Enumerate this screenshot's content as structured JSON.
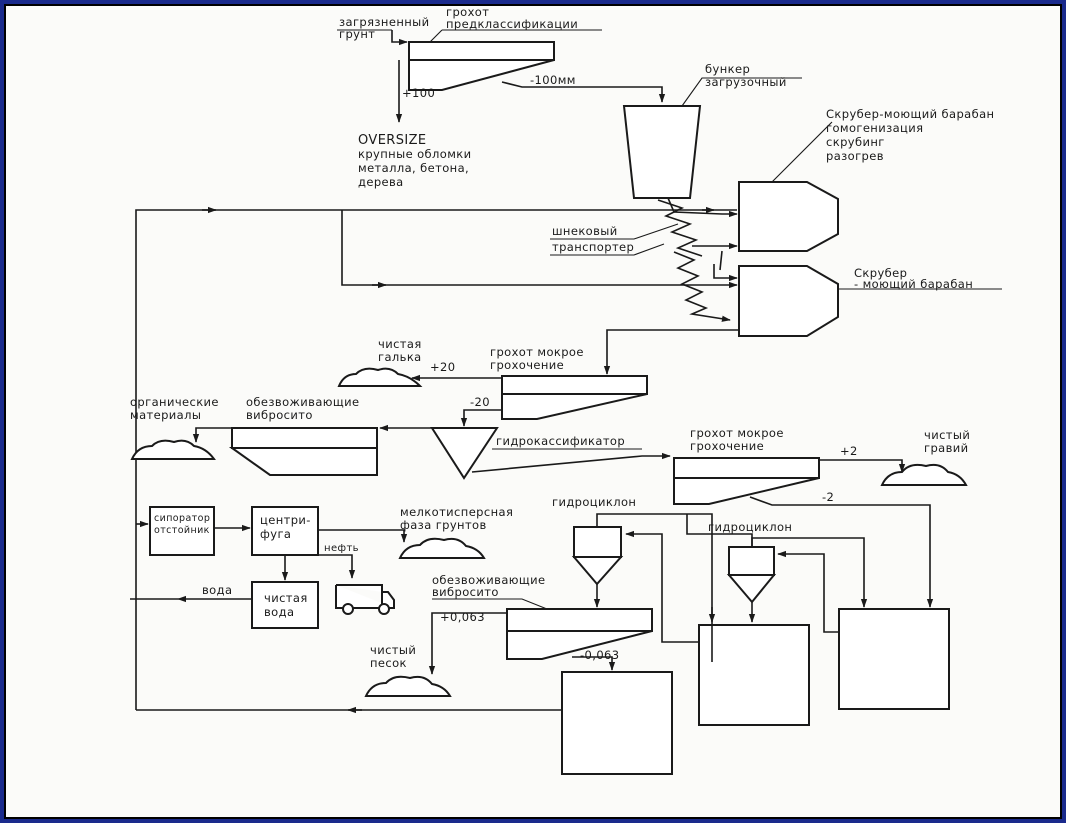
{
  "colors": {
    "frame": "#1a2a8c",
    "paper": "#fbfbf9",
    "ink": "#1a1a1a"
  },
  "labels": {
    "soil_l1": "загрязненный",
    "soil_l2": "грунт",
    "screen1_l1": "грохот",
    "screen1_l2": "предклассификации",
    "plus100": "+100",
    "minus100": "-100мм",
    "oversize": "OVERSIZE",
    "oversize_l1": "крупные обломки",
    "oversize_l2": "металла, бетона,",
    "oversize_l3": "дерева",
    "bunker_l1": "бункер",
    "bunker_l2": "загрузочный",
    "scrubber1_l1": "Скрубер-моющий барабан",
    "scrubber1_l2": "гомогенизация",
    "scrubber1_l3": "скрубинг",
    "scrubber1_l4": "разогрев",
    "screw_l1": "шнековый",
    "screw_l2": "транспортер",
    "scrubber2_l1": "Скрубер",
    "scrubber2_l2": "- моющий барабан",
    "wet1_l1": "грохот мокрое",
    "wet1_l2": "грохочение",
    "pebble_l1": "чистая",
    "pebble_l2": "галька",
    "plus20": "+20",
    "minus20": "-20",
    "organic_l1": "органические",
    "organic_l2": "материалы",
    "dewater1_l1": "обезвоживающие",
    "dewater1_l2": "вибросито",
    "hydroclass": "гидрокассификатор",
    "wet2_l1": "грохот мокрое",
    "wet2_l2": "грохочение",
    "plus2": "+2",
    "minus2": "-2",
    "gravel_l1": "чистый",
    "gravel_l2": "гравий",
    "hydrocyc1": "гидроциклон",
    "hydrocyc2": "гидроциклон",
    "separator_l1": "сипоратор",
    "separator_l2": "отстойник",
    "centrifuge_l1": "центри-",
    "centrifuge_l2": "фуга",
    "fine_l1": "мелкотисперсная",
    "fine_l2": "фаза грунтов",
    "oil": "нефть",
    "water": "вода",
    "cleanwater_l1": "чистая",
    "cleanwater_l2": "вода",
    "dewater2_l1": "обезвоживающие",
    "dewater2_l2": "вибросито",
    "plus0063": "+0,063",
    "minus0063": "-0,063",
    "sand_l1": "чистый",
    "sand_l2": "песок"
  }
}
